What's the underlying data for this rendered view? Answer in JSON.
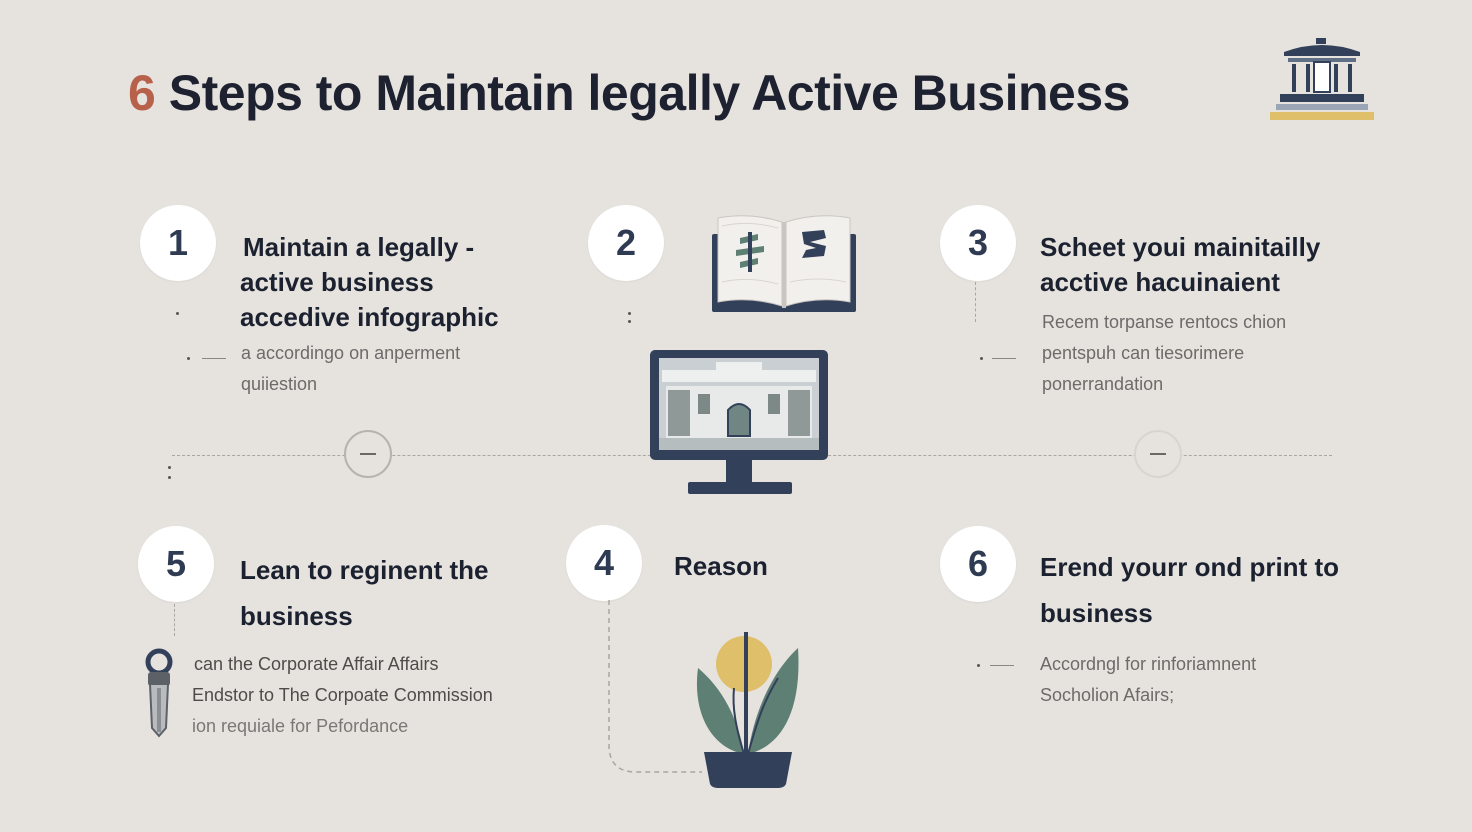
{
  "title": {
    "number": "6",
    "text": "Steps to Maintain legally Active Business"
  },
  "steps": [
    {
      "number": "1",
      "heading": [
        "Maintain a legally -",
        "active business",
        "accedive infographic"
      ],
      "body": [
        "a accordingo on anperment",
        "quiiestion"
      ]
    },
    {
      "number": "2"
    },
    {
      "number": "3",
      "heading": [
        "Scheet youi mainitailly",
        "acctive  hacuinaient"
      ],
      "body": [
        "Recem torpanse rentocs chion",
        "pentspuh can tiesorimere",
        "ponerrandation"
      ]
    },
    {
      "number": "4",
      "heading": [
        "Reason"
      ]
    },
    {
      "number": "5",
      "heading": [
        "Lean to reginent the",
        "business"
      ],
      "body": [
        "can the Corporate Affair  Affairs",
        "Endstor to The Corpoate Commission",
        "ion requiale for Pefordance"
      ]
    },
    {
      "number": "6",
      "heading": [
        "Erend yourr ond print to",
        "business"
      ],
      "body": [
        "Accordngl for rinforiamnent",
        "Socholion Afairs;"
      ]
    }
  ],
  "icons": {
    "top_right": "government-building-icon",
    "step2_top": "open-book-icon",
    "center": "computer-monitor-building-icon",
    "step4": "potted-plant-icon",
    "step5": "tag-key-icon"
  },
  "colors": {
    "background": "#e6e3df",
    "accent": "#b8614a",
    "navy": "#33405a",
    "teal": "#5e7f74",
    "gold": "#e0bf6a"
  }
}
